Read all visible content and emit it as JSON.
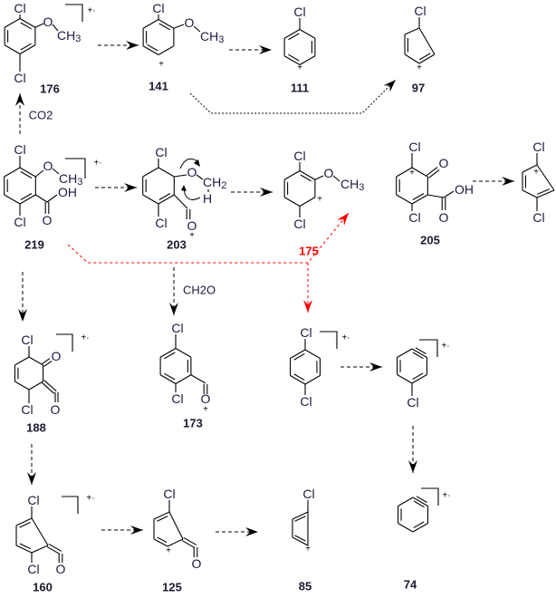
{
  "atoms": {
    "cl": "Cl",
    "o": "O",
    "oh": "OH",
    "ch": "CH",
    "h": "H",
    "sub2": "2",
    "sub3": "3",
    "plus": "+",
    "radical_cation": "+·"
  },
  "compounds": {
    "c176": "176",
    "c141": "141",
    "c111": "111",
    "c97": "97",
    "c219": "219",
    "c203": "203",
    "c175": "175",
    "c205": "205",
    "c188": "188",
    "c173": "173",
    "c160": "160",
    "c125": "125",
    "c85": "85",
    "c74": "74"
  },
  "neutral_losses": {
    "co2": "CO2",
    "ch2o": "CH2O"
  },
  "colors": {
    "default": "#000000",
    "highlight": "#ff0000",
    "label": "#1a1a30"
  }
}
